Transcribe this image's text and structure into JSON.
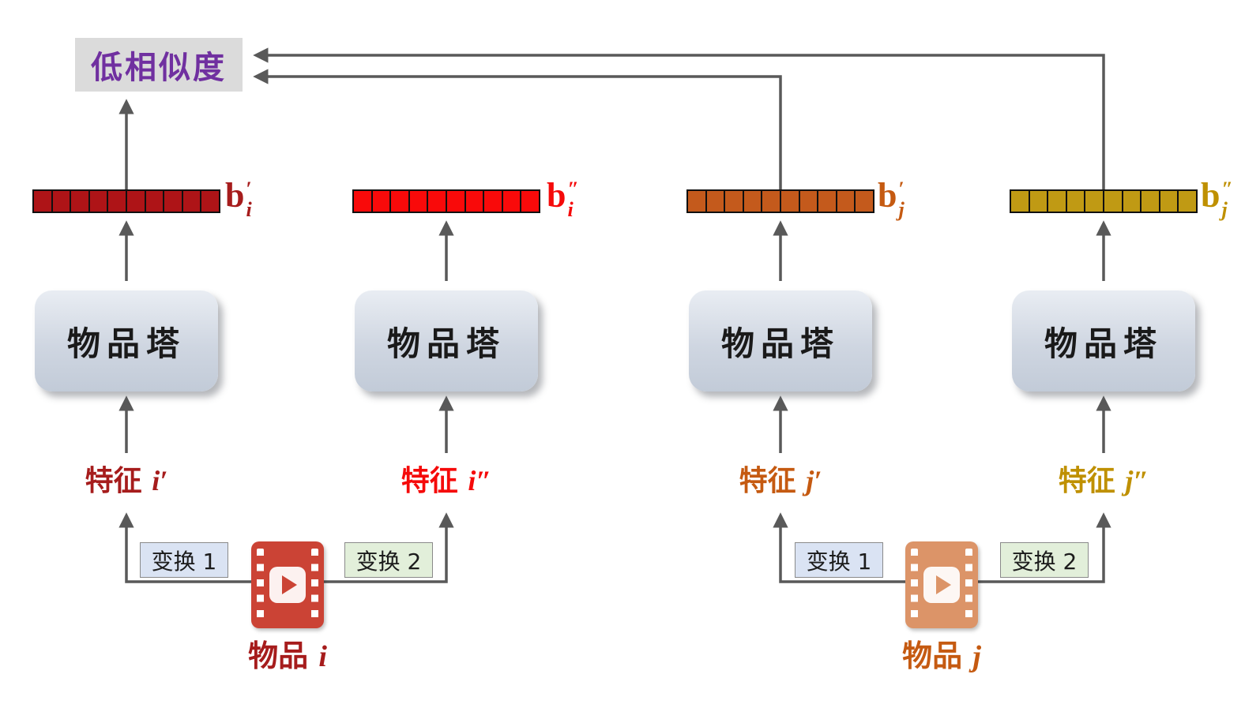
{
  "similarity": {
    "label": "低相似度"
  },
  "colors": {
    "line": "#595959",
    "similarity_bg": "#DBDBDB",
    "similarity_text": "#7030A0",
    "transform1_bg": "#DAE3F3",
    "transform2_bg": "#E2EFDA",
    "transform_border": "#8A8A8A",
    "tower_text": "#1A1A1A"
  },
  "columns": [
    {
      "tower_label": "物品塔",
      "feature_zh": "特征",
      "feature_var": "i′",
      "emb_base": "b",
      "emb_prime": "′",
      "emb_sub": "i",
      "bar_color": "#AE1417",
      "text_color": "#A61C1C",
      "cells": 10
    },
    {
      "tower_label": "物品塔",
      "feature_zh": "特征",
      "feature_var": "i″",
      "emb_base": "b",
      "emb_prime": "″",
      "emb_sub": "i",
      "bar_color": "#F90A0A",
      "text_color": "#F50A0A",
      "cells": 10
    },
    {
      "tower_label": "物品塔",
      "feature_zh": "特征",
      "feature_var": "j′",
      "emb_base": "b",
      "emb_prime": "′",
      "emb_sub": "j",
      "bar_color": "#C45A1C",
      "text_color": "#C55A11",
      "cells": 10
    },
    {
      "tower_label": "物品塔",
      "feature_zh": "特征",
      "feature_var": "j″",
      "emb_base": "b",
      "emb_prime": "″",
      "emb_sub": "j",
      "bar_color": "#C09A14",
      "text_color": "#BF9000",
      "cells": 10
    }
  ],
  "items": [
    {
      "label_zh": "物品",
      "label_var": "i",
      "transform1_label": "变换 1",
      "transform2_label": "变换 2",
      "icon_color": "#CB4335",
      "label_color": "#A61C1C"
    },
    {
      "label_zh": "物品",
      "label_var": "j",
      "transform1_label": "变换 1",
      "transform2_label": "变换 2",
      "icon_color": "#DC9468",
      "label_color": "#C55A11"
    }
  ]
}
